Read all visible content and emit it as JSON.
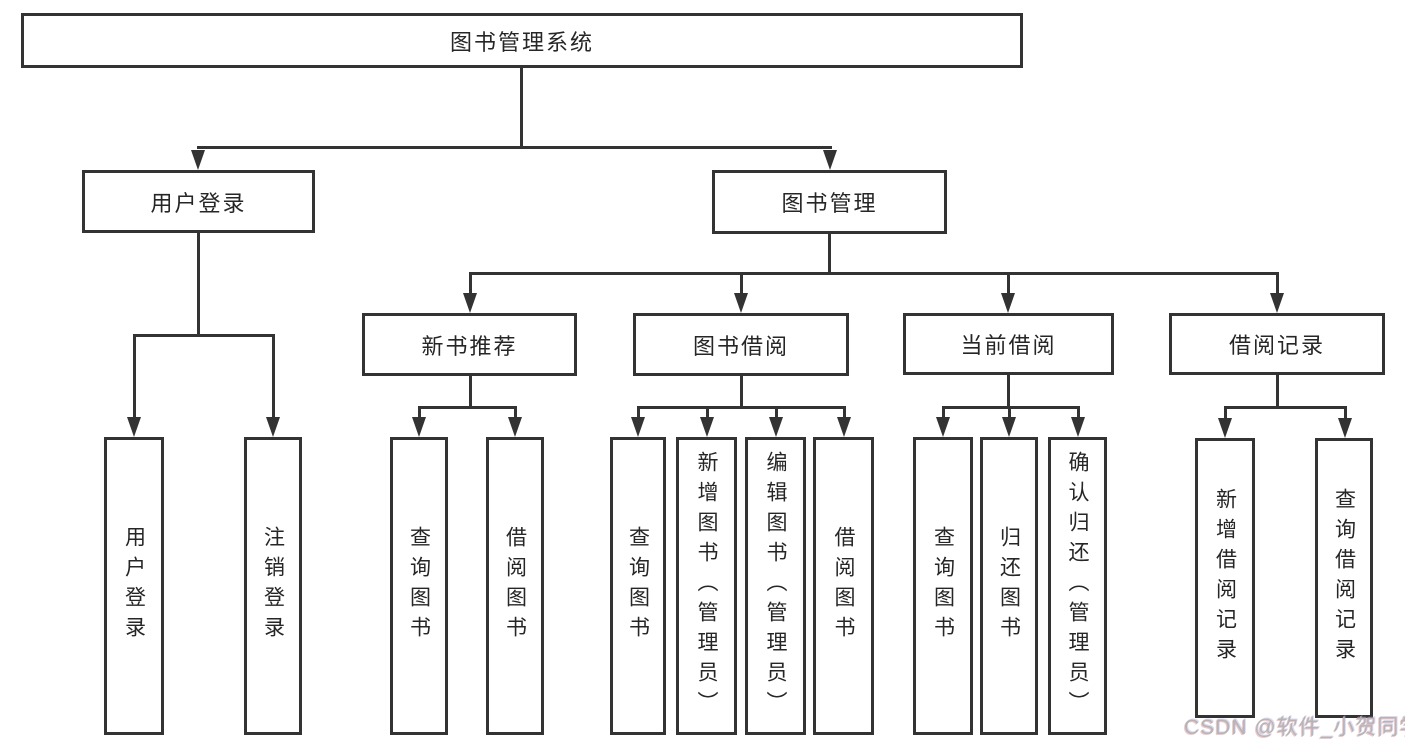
{
  "diagram": {
    "root": "图书管理系统",
    "level2": [
      "用户登录",
      "图书管理"
    ],
    "level3": [
      "新书推荐",
      "图书借阅",
      "当前借阅",
      "借阅记录"
    ],
    "leaves": [
      "用户登录",
      "注销登录",
      "查询图书",
      "借阅图书",
      "查询图书",
      "新增图书（管理员）",
      "编辑图书（管理员）",
      "借阅图书",
      "查询图书",
      "归还图书",
      "确认归还（管理员）",
      "新增借阅记录",
      "查询借阅记录"
    ],
    "hierarchy": {
      "图书管理系统": {
        "用户登录": [
          "用户登录",
          "注销登录"
        ],
        "图书管理": {
          "新书推荐": [
            "查询图书",
            "借阅图书"
          ],
          "图书借阅": [
            "查询图书",
            "新增图书（管理员）",
            "编辑图书（管理员）",
            "借阅图书"
          ],
          "当前借阅": [
            "查询图书",
            "归还图书",
            "确认归还（管理员）"
          ],
          "借阅记录": [
            "新增借阅记录",
            "查询借阅记录"
          ]
        }
      }
    },
    "watermark": "CSDN @软件_小贺同学",
    "colors": {
      "line": "#333333",
      "text": "#262626",
      "background": "#ffffff",
      "watermark": "#b5b5b5"
    }
  }
}
